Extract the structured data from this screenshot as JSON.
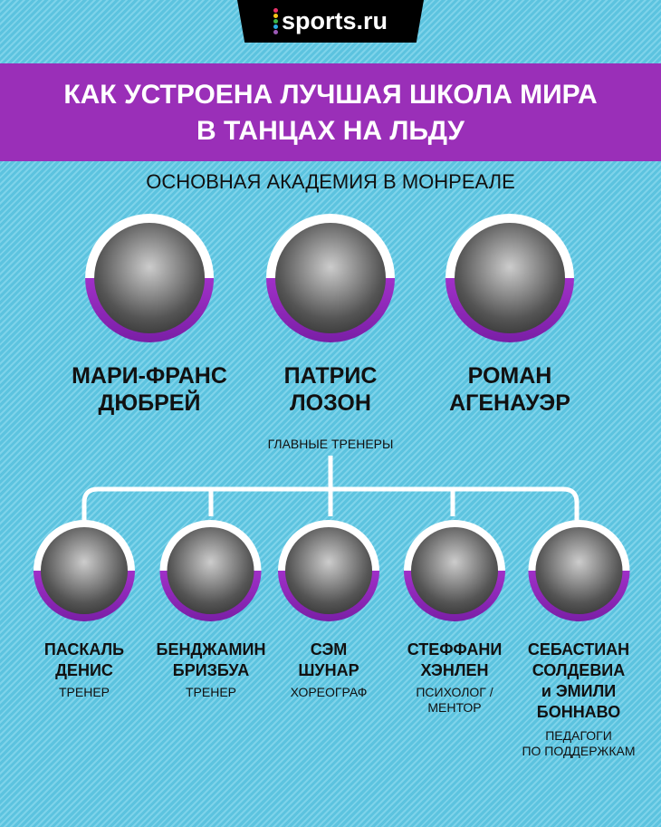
{
  "logo": {
    "text": "sports.ru",
    "dot_colors": [
      "#e8336b",
      "#f5c518",
      "#3cb54a",
      "#29abe2",
      "#9b59b6"
    ]
  },
  "title": {
    "line1": "КАК УСТРОЕНА ЛУЧШАЯ ШКОЛА МИРА",
    "line2": "В ТАНЦАХ НА ЛЬДУ"
  },
  "subtitle": "ОСНОВНАЯ АКАДЕМИЯ В МОНРЕАЛЕ",
  "head_coaches_label": "ГЛАВНЫЕ ТРЕНЕРЫ",
  "head_coaches": [
    {
      "name1": "МАРИ-ФРАНС",
      "name2": "ДЮБРЕЙ"
    },
    {
      "name1": "ПАТРИС",
      "name2": "ЛОЗОН"
    },
    {
      "name1": "РОМАН",
      "name2": "АГЕНАУЭР"
    }
  ],
  "staff": [
    {
      "name1": "ПАСКАЛЬ",
      "name2": "ДЕНИС",
      "role1": "ТРЕНЕР"
    },
    {
      "name1": "БЕНДЖАМИН",
      "name2": "БРИЗБУА",
      "role1": "ТРЕНЕР"
    },
    {
      "name1": "СЭМ",
      "name2": "ШУНАР",
      "role1": "ХОРЕОГРАФ"
    },
    {
      "name1": "СТЕФФАНИ",
      "name2": "ХЭНЛЕН",
      "role1": "ПСИХОЛОГ /",
      "role2": "МЕНТОР"
    },
    {
      "name1": "СЕБАСТИАН",
      "name2": "СОЛДЕВИА",
      "name3": "и ЭМИЛИ",
      "name4": "БОННАВО",
      "role1": "ПЕДАГОГИ",
      "role2": "ПО ПОДДЕРЖКАМ"
    }
  ],
  "colors": {
    "accent": "#9a2fb8",
    "background": "#5cc3df"
  }
}
